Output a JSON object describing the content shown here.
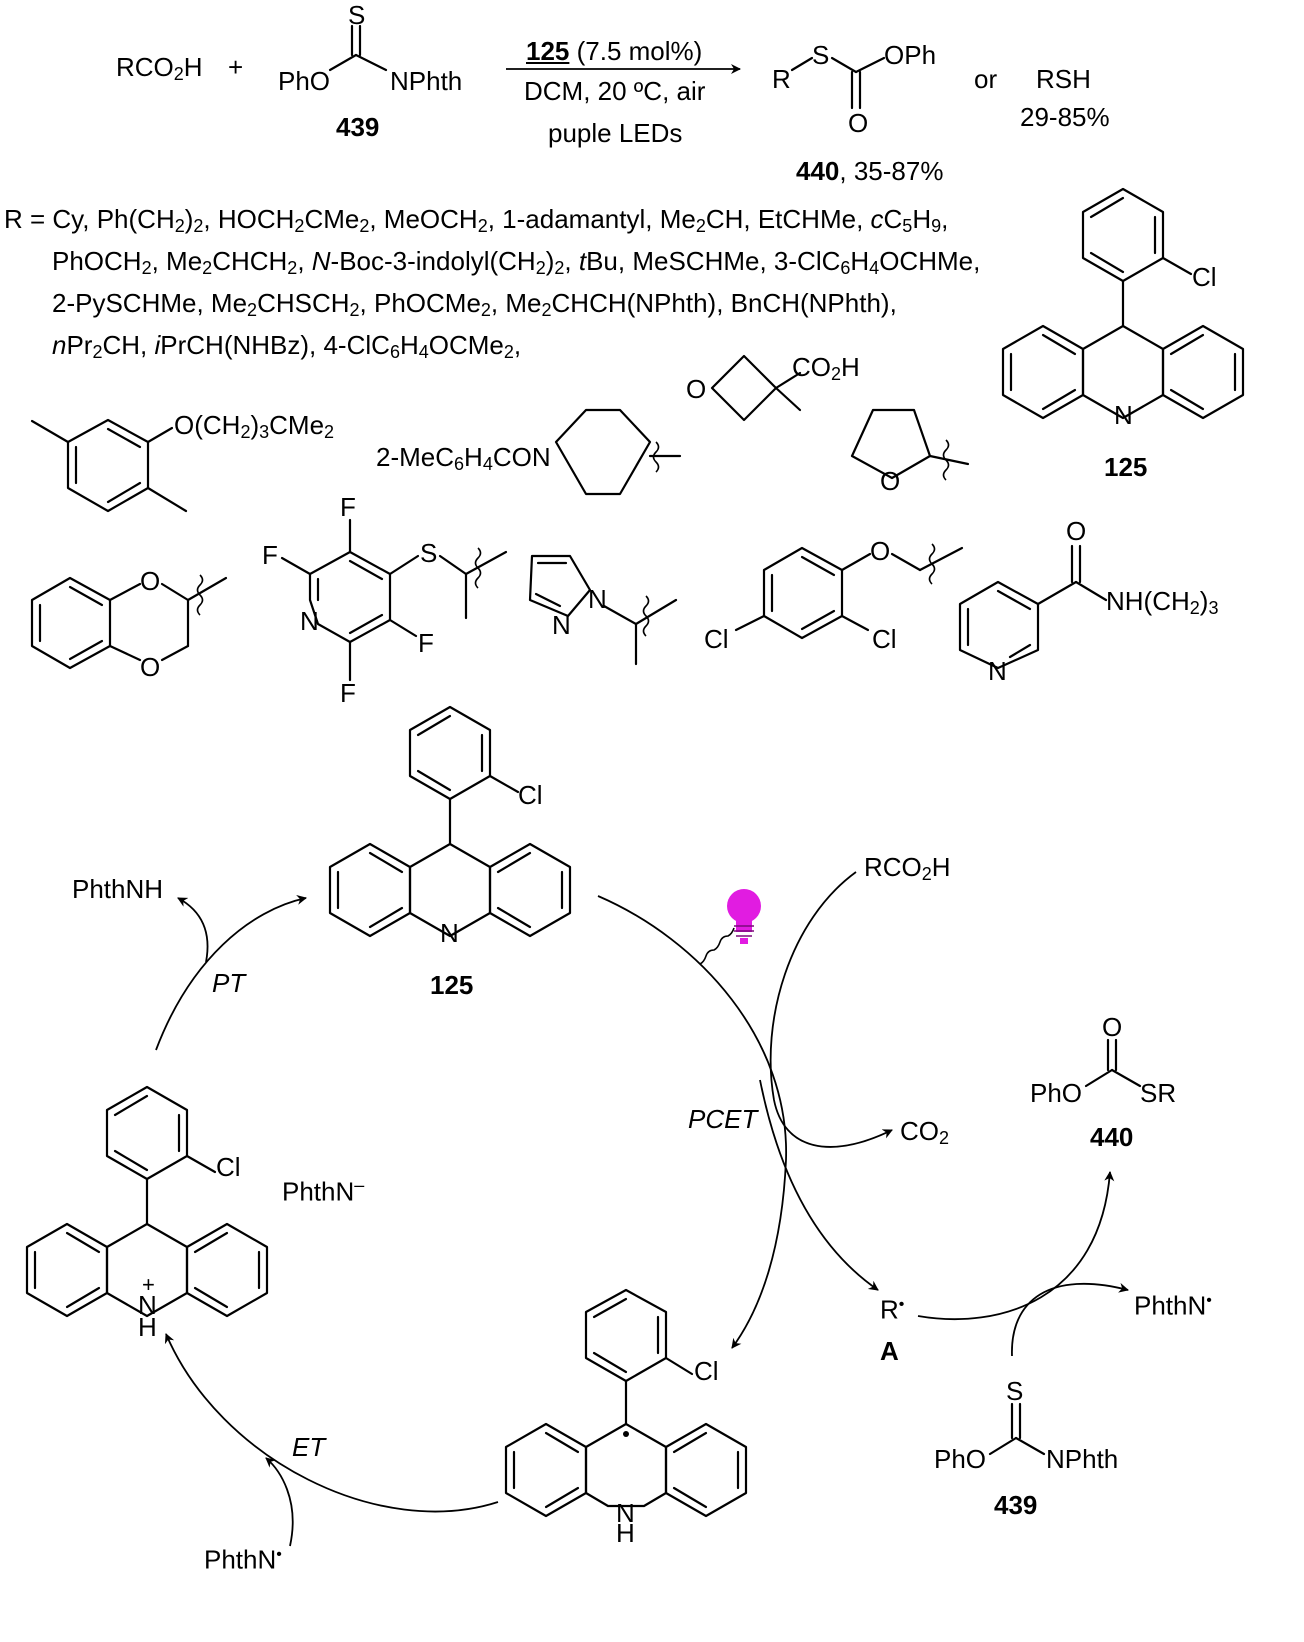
{
  "reaction": {
    "reactant_acid": "RCO2H",
    "plus": "+",
    "reagent_ester_O": "PhO",
    "reagent_ester_N": "NPhth",
    "reagent_ester_S": "S",
    "reagent_label": "439",
    "catalyst_label": "125",
    "catalyst_loading": "(7.5 mol%)",
    "conditions_line2": "DCM, 20 ºC, air",
    "conditions_line3": "puple LEDs",
    "product_R": "R",
    "product_S": "S",
    "product_OPh": "OPh",
    "product_O": "O",
    "product_label": "440",
    "product_yield": ", 35-87%",
    "or": "or",
    "alt_product": "RSH",
    "alt_yield": "29-85%"
  },
  "scope": {
    "prefix": "R = ",
    "lines": [
      "Cy, Ph(CH2)2, HOCH2CMe2, MeOCH2, 1-adamantyl, Me2CH, EtCHMe, cC5H9,",
      "PhOCH2, Me2CHCH2, N-Boc-3-indolyl(CH2)2, tBu, MeSCHMe, 3-ClC6H4OCHMe,",
      "2-PySCHMe, Me2CHSCH2, PhOCMe2, Me2CHCH(NPhth), BnCH(NPhth),",
      "nPr2CH, iPrCH(NHBz), 4-ClC6H4OCMe2,"
    ],
    "struct_labels": {
      "xylyl_O": "O(CH2)3CMe2",
      "piperidine_prefix": "2-MeC6H4CON",
      "oxetane_O": "O",
      "oxetane_CO2H": "CO2H",
      "thf_O": "O",
      "dioxane_O1": "O",
      "dioxane_O2": "O",
      "pyridine_F1": "F",
      "pyridine_F2": "F",
      "pyridine_F3": "F",
      "pyridine_F4": "F",
      "pyridine_N": "N",
      "pyridine_S": "S",
      "pyrazole_N1": "N",
      "pyrazole_N2": "N",
      "phenoxy_O": "O",
      "phenoxy_Cl1": "Cl",
      "phenoxy_Cl2": "Cl",
      "nicotinamide_O": "O",
      "nicotinamide_NH": "NH(CH2)3",
      "nicotinamide_N": "N"
    }
  },
  "catalyst": {
    "Cl": "Cl",
    "N": "N",
    "label": "125"
  },
  "cycle": {
    "top_catalyst": {
      "Cl": "Cl",
      "N": "N",
      "label": "125"
    },
    "phthnh": "PhthNH",
    "pt": "PT",
    "acridinium": {
      "Cl": "Cl",
      "plus": "+",
      "N": "N",
      "H": "H",
      "counterion": "PhthN–"
    },
    "et": "ET",
    "phthn_radical_bottom": "PhthN•",
    "radical": {
      "Cl": "Cl",
      "N": "N",
      "H": "H"
    },
    "pcet": "PCET",
    "rco2h": "RCO2H",
    "co2": "CO2",
    "r_radical": "R•",
    "r_label": "A",
    "product": {
      "O": "O",
      "PhO": "PhO",
      "SR": "SR",
      "label": "440"
    },
    "phthn_radical_right": "PhthN•",
    "reagent": {
      "S": "S",
      "PhO": "PhO",
      "NPhth": "NPhth",
      "label": "439"
    },
    "lamp_color": "#e11ce1"
  }
}
